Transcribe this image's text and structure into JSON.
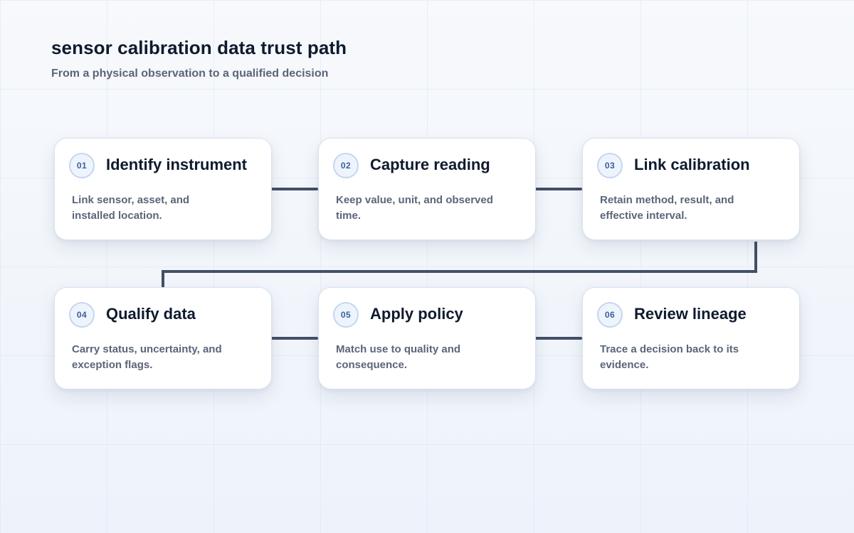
{
  "header": {
    "title": "sensor calibration data trust path",
    "subtitle": "From a physical observation to a qualified decision"
  },
  "colors": {
    "connector": "#435066",
    "badge_text": "#3a5f9c",
    "title_text": "#0f1a2e",
    "desc_text": "#5b6578"
  },
  "steps": [
    {
      "number": "01",
      "title": "Identify instrument",
      "description": "Link sensor, asset, and installed location."
    },
    {
      "number": "02",
      "title": "Capture reading",
      "description": "Keep value, unit, and observed time."
    },
    {
      "number": "03",
      "title": "Link calibration",
      "description": "Retain method, result, and effective interval."
    },
    {
      "number": "04",
      "title": "Qualify data",
      "description": "Carry status, uncertainty, and exception flags."
    },
    {
      "number": "05",
      "title": "Apply policy",
      "description": "Match use to quality and consequence."
    },
    {
      "number": "06",
      "title": "Review lineage",
      "description": "Trace a decision back to its evidence."
    }
  ]
}
